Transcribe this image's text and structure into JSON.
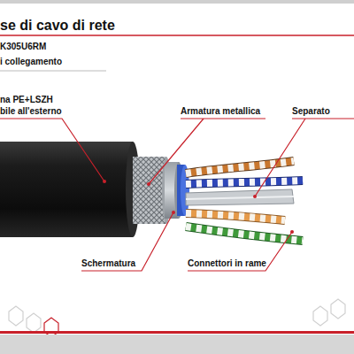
{
  "diagram": {
    "title": "se di cavo di rete",
    "labels": [
      "K305U6RM",
      "i collegamento",
      "na PE+LSZH",
      "bile all'esterno",
      "Armatura metallica",
      "Separato",
      "Schermatura",
      "Connettori in rame"
    ]
  }
}
